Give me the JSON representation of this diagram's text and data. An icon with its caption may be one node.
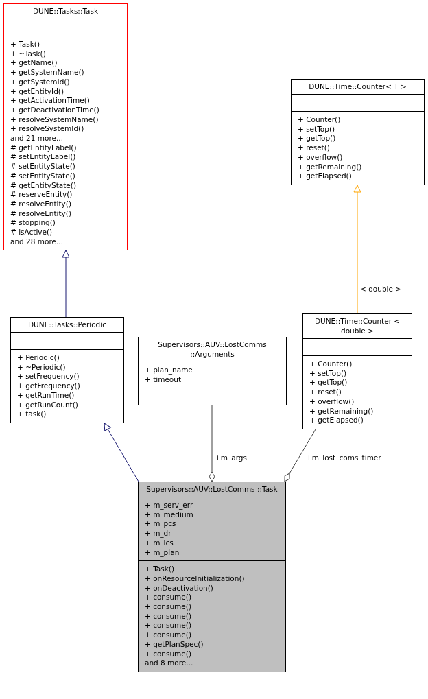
{
  "diagram": {
    "nodes": [
      {
        "text": [
          "DUNE::Tasks::Task"
        ]
      },
      {
        "text": [],
        "shape": "box",
        "in": 0
      },
      {
        "text": [
          "+ Task()",
          "+ ~Task()",
          "+ getName()",
          "+ getSystemName()",
          "+ getSystemId()",
          "+ getEntityId()",
          "+ getActivationTime()",
          "+ getDeactivationTime()",
          "+ resolveSystemName()",
          "+ resolveSystemId()",
          "and 21 more...",
          "# getEntityLabel()",
          "# setEntityLabel()",
          "# setEntityState()",
          "# setEntityState()",
          "# getEntityState()",
          "# reserveEntity()",
          "# resolveEntity()",
          "# resolveEntity()",
          "# stopping()",
          "# isActive()",
          "and 28 more..."
        ],
        "in": 0
      },
      {
        "text": [
          "DUNE::Time::Counter< T >"
        ]
      },
      {
        "text": [],
        "shape": "box",
        "in": 3
      },
      {
        "text": [
          "+ Counter()",
          "+ setTop()",
          "+ getTop()",
          "+ reset()",
          "+ overflow()",
          "+ getRemaining()",
          "+ getElapsed()"
        ],
        "in": 3
      },
      {
        "text": [
          "DUNE::Tasks::Periodic"
        ]
      },
      {
        "text": [],
        "shape": "box",
        "in": 6
      },
      {
        "text": [
          "+ Periodic()",
          "+ ~Periodic()",
          "+ setFrequency()",
          "+ getFrequency()",
          "+ getRunTime()",
          "+ getRunCount()",
          "+ task()"
        ],
        "in": 6
      },
      {
        "text": [
          "Supervisors::AUV::LostComms ::Arguments"
        ]
      },
      {
        "text": [
          "+ plan_name",
          "+ timeout"
        ],
        "in": 9
      },
      {
        "text": [],
        "shape": "box",
        "in": 9
      },
      {
        "text": [
          "DUNE::Time::Counter < double >"
        ]
      },
      {
        "text": [],
        "shape": "box",
        "in": 12
      },
      {
        "text": [
          "+ Counter()",
          "+ setTop()",
          "+ getTop()",
          "+ reset()",
          "+ overflow()",
          "+ getRemaining()",
          "+ getElapsed()"
        ],
        "in": 12
      },
      {
        "text": [
          "Supervisors::AUV::LostComms ::Task"
        ]
      },
      {
        "text": [
          "+ m_serv_err",
          "+ m_medium",
          "+ m_pcs",
          "+ m_dr",
          "+ m_lcs",
          "+ m_plan"
        ],
        "in": 15
      },
      {
        "text": [
          "+ Task()",
          "+ onResourceInitialization()",
          "+ onDeactivation()",
          "+ consume()",
          "+ consume()",
          "+ consume()",
          "+ consume()",
          "+ consume()",
          "+ getPlanSpec()",
          "+ consume()",
          "and 8 more..."
        ],
        "in": 15
      }
    ],
    "edges": [
      {
        "from": 6,
        "to": 0,
        "arrow": "to",
        "color": "#191970"
      },
      {
        "from": 15,
        "to": 6,
        "arrow": "to",
        "color": "#191970"
      },
      {
        "from": 12,
        "to": 3,
        "arrow": "to",
        "color": "#ffa500",
        "label": "< double >"
      },
      {
        "from": 9,
        "to": 15,
        "arrow": "other",
        "color": "#404040",
        "label": "+m_args"
      },
      {
        "from": 12,
        "to": 15,
        "arrow": "other",
        "color": "#404040",
        "label": "+m_lost_coms_timer"
      }
    ]
  }
}
